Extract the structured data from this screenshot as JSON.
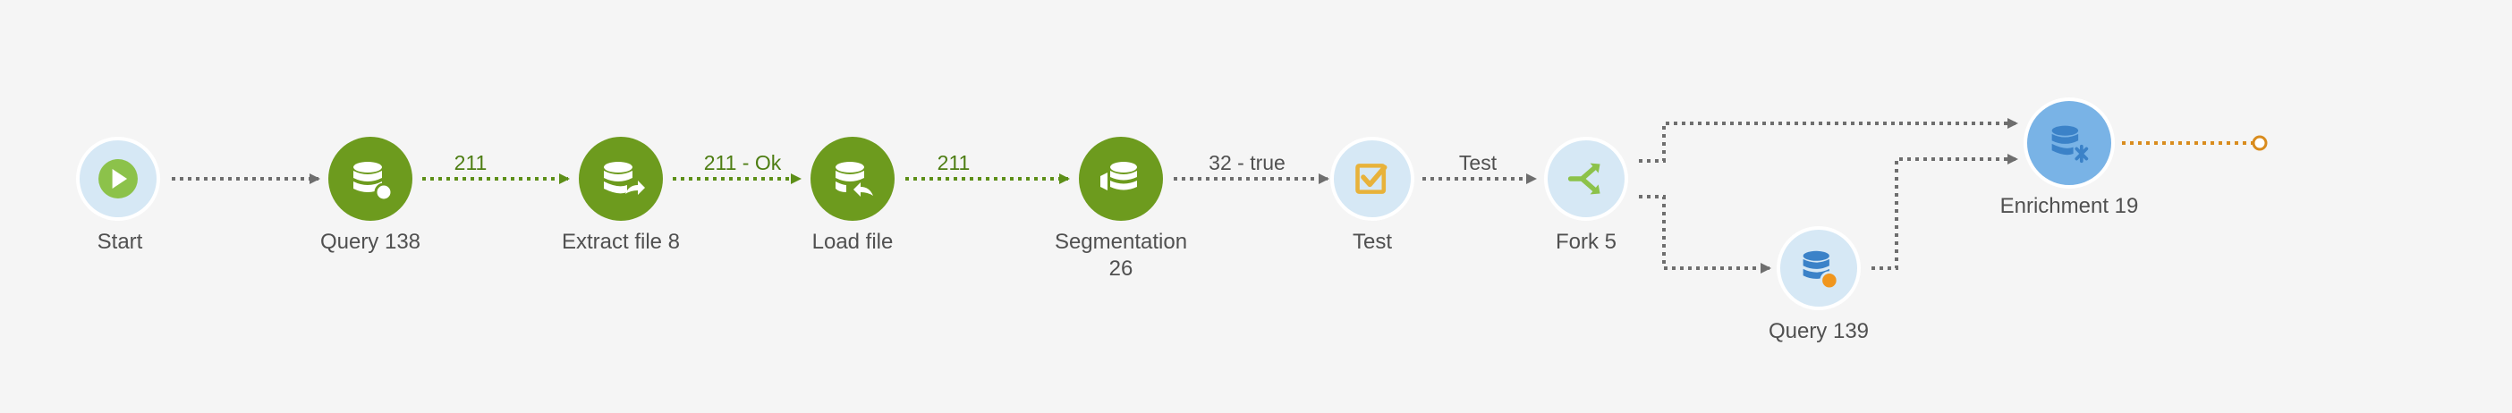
{
  "nodes": {
    "start": {
      "label": "Start"
    },
    "query138": {
      "label": "Query 138"
    },
    "extract8": {
      "label": "Extract file 8"
    },
    "loadfile": {
      "label": "Load file"
    },
    "segmentation": {
      "label": "Segmentation",
      "label2": "26"
    },
    "test": {
      "label": "Test"
    },
    "fork5": {
      "label": "Fork 5"
    },
    "query139": {
      "label": "Query 139"
    },
    "enrichment19": {
      "label": "Enrichment 19"
    }
  },
  "edges": {
    "query_extract": "211",
    "extract_load": "211 - Ok",
    "load_seg": "211",
    "seg_test": "32 - true",
    "test_fork": "Test"
  },
  "colors": {
    "green_node": "#6d9b1e",
    "green_edge": "#5d8f18",
    "grey_edge": "#6e6e6e",
    "light_node": "#d6e8f5",
    "blue_node": "#79b3e6",
    "orange_edge": "#d98c1e"
  }
}
